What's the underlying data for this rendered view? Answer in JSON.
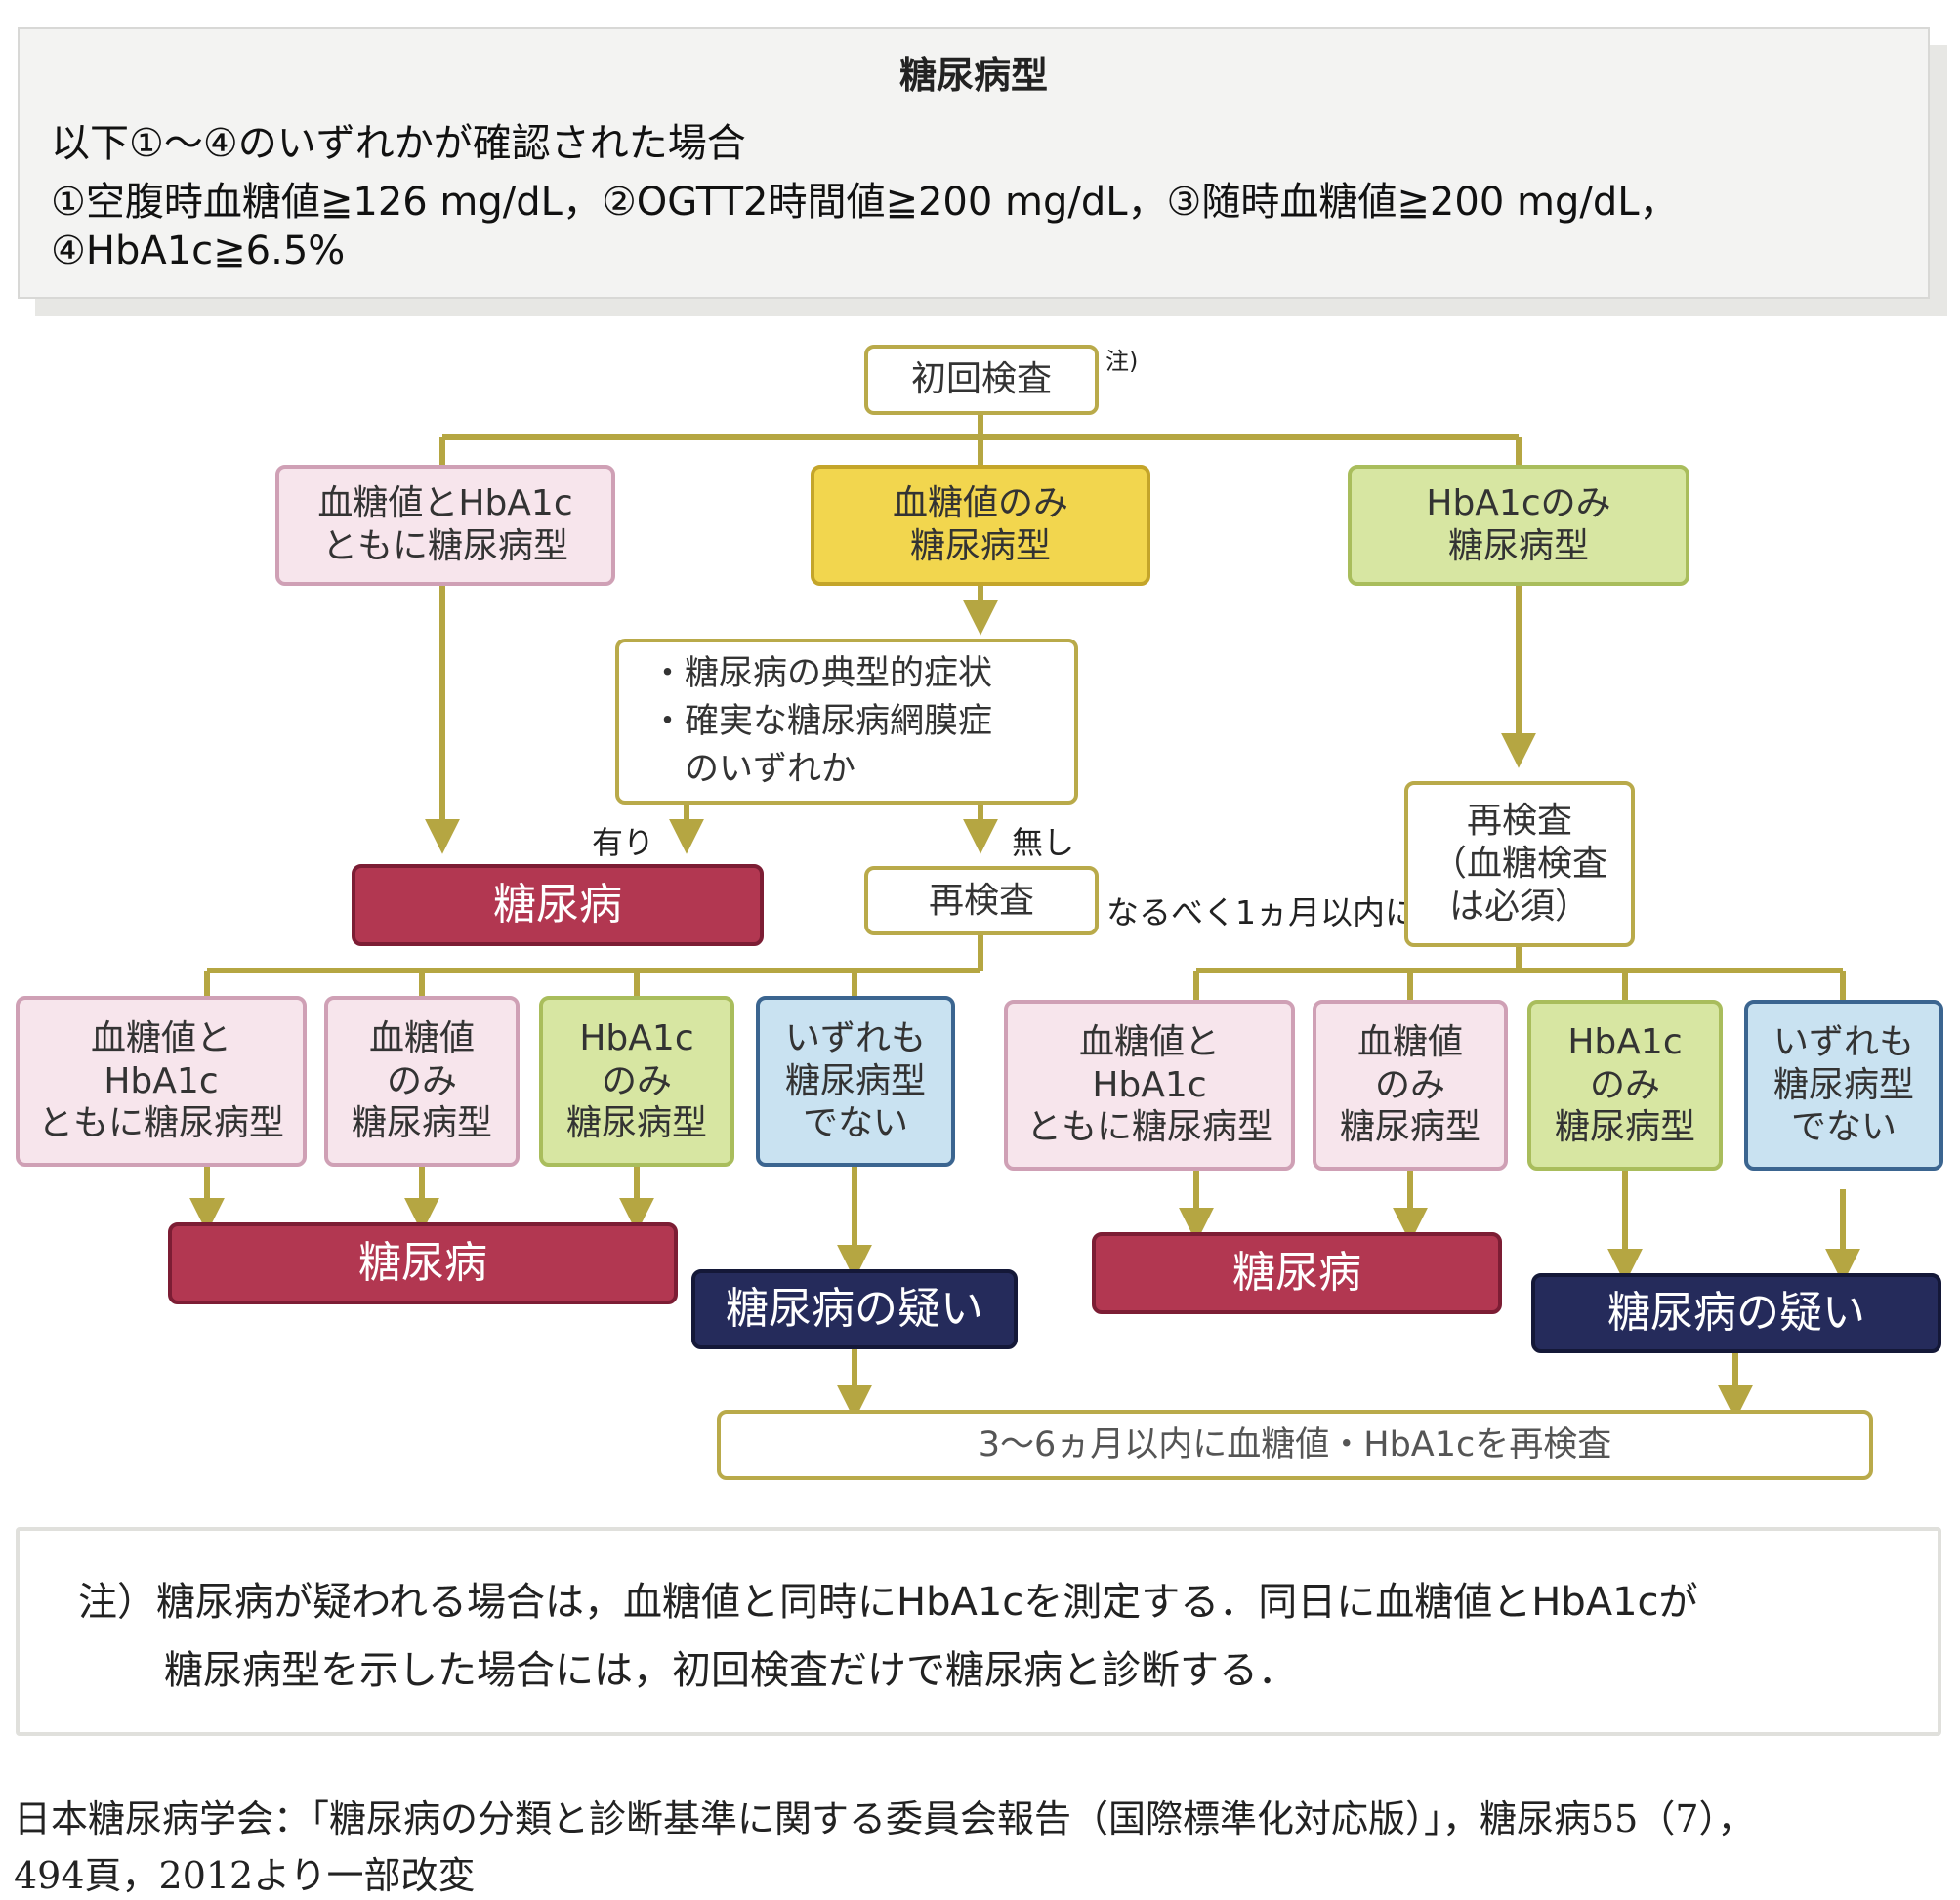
{
  "criteria": {
    "title": "糖尿病型",
    "lines": [
      "以下①～④のいずれかが確認された場合",
      "①空腹時血糖値≧126 mg/dL，②OGTT2時間値≧200 mg/dL，③随時血糖値≧200 mg/dL，",
      "④HbA1c≧6.5%"
    ]
  },
  "flow": {
    "initial": "初回検査",
    "initial_note_mark": "注)",
    "branch_both": "血糖値とHbA1c\nともに糖尿病型",
    "branch_glucose": "血糖値のみ\n糖尿病型",
    "branch_hba1c": "HbA1cのみ\n糖尿病型",
    "symptoms": "・糖尿病の典型的症状\n・確実な糖尿病網膜症\n　のいずれか",
    "label_yes": "有り",
    "label_no": "無し",
    "diabetes": "糖尿病",
    "retest": "再検査",
    "within_month": "なるべく1ヵ月以内に",
    "retest_glucose_required": "再検査\n（血糖検査\nは必須）",
    "left_results": [
      "血糖値と\nHbA1c\nともに糖尿病型",
      "血糖値\nのみ\n糖尿病型",
      "HbA1c\nのみ\n糖尿病型",
      "いずれも\n糖尿病型\nでない"
    ],
    "right_results": [
      "血糖値と\nHbA1c\nともに糖尿病型",
      "血糖値\nのみ\n糖尿病型",
      "HbA1c\nのみ\n糖尿病型",
      "いずれも\n糖尿病型\nでない"
    ],
    "diabetes_left": "糖尿病",
    "suspected_left": "糖尿病の疑い",
    "diabetes_right": "糖尿病",
    "suspected_right": "糖尿病の疑い",
    "followup": "3～6ヵ月以内に血糖値・HbA1cを再検査"
  },
  "note": {
    "line1": "注）糖尿病が疑われる場合は，血糖値と同時にHbA1cを測定する．同日に血糖値とHbA1cが",
    "line2": "糖尿病型を示した場合には，初回検査だけで糖尿病と診断する．"
  },
  "source": {
    "line1": "日本糖尿病学会：「糖尿病の分類と診断基準に関する委員会報告（国際標準化対応版）」，糖尿病55（7），",
    "line2": "494頁，2012より一部改変"
  },
  "colors": {
    "connector": "#b5a642",
    "white_box_border": "#b9aa4a",
    "pink": "#f7e5ec",
    "yellow": "#f2d64e",
    "green": "#d7e6a2",
    "blue": "#c9e2f1",
    "red": "#b23751",
    "navy": "#252b5b"
  }
}
